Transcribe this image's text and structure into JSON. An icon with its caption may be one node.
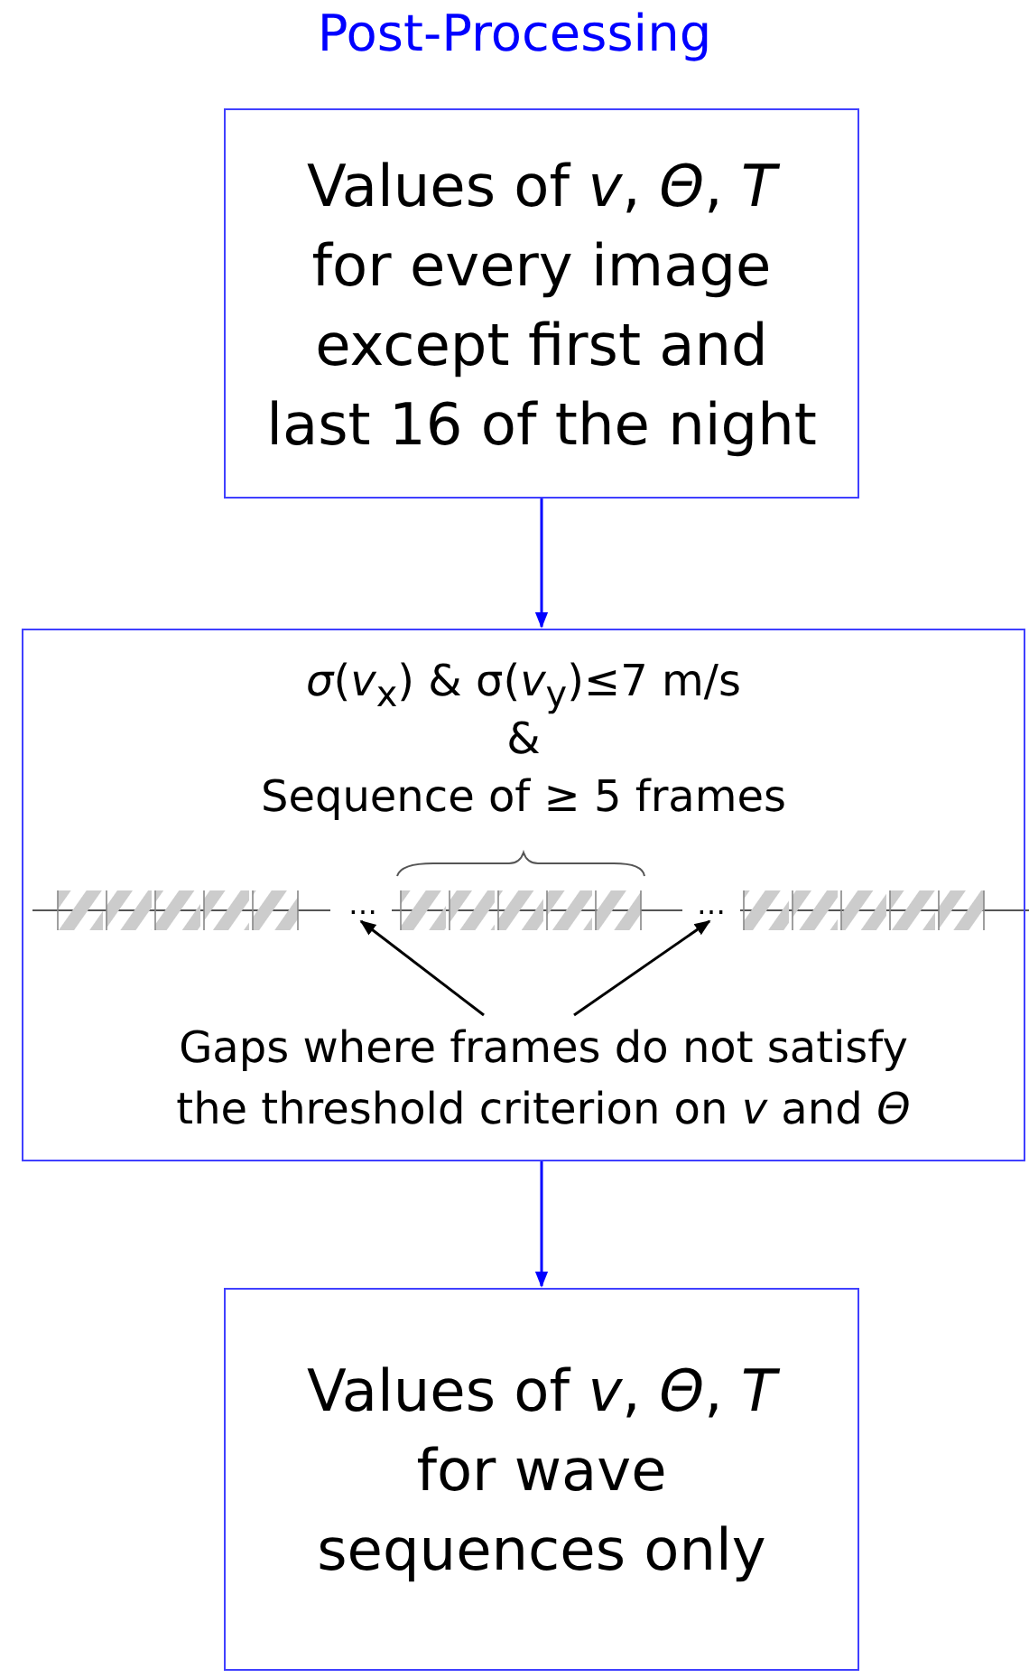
{
  "diagram": {
    "title": "Post-Processing",
    "nodes": [
      {
        "text": [
          "Values of *v*, *Θ*, *T* for every image except first and last 16 of the night"
        ]
      },
      {
        "text": [
          "*σ*(*v*$_{x}$) & σ(*v*$_{y}$)≤7 m/s",
          "&",
          "Sequence of ≥ 5 frames"
        ]
      },
      {
        "text": [
          "Gaps where frames do not satisfy the threshold criterion on *v* and *Θ*"
        ],
        "in": 1
      },
      {
        "text": [
          "…"
        ],
        "in": 1
      },
      {
        "text": [
          "…"
        ],
        "in": 1
      },
      {
        "text": [
          "Values of *v*, *Θ*, *T* for wave sequences only"
        ]
      }
    ],
    "edges": [
      {
        "from": 0,
        "to": 1,
        "arrow": "to",
        "color": "#0000ff"
      },
      {
        "from": 2,
        "to": 3,
        "arrow": "to",
        "color": "#000000"
      },
      {
        "from": 2,
        "to": 4,
        "arrow": "to",
        "color": "#000000"
      },
      {
        "from": 1,
        "to": 5,
        "arrow": "to",
        "color": "#0000ff"
      }
    ]
  }
}
